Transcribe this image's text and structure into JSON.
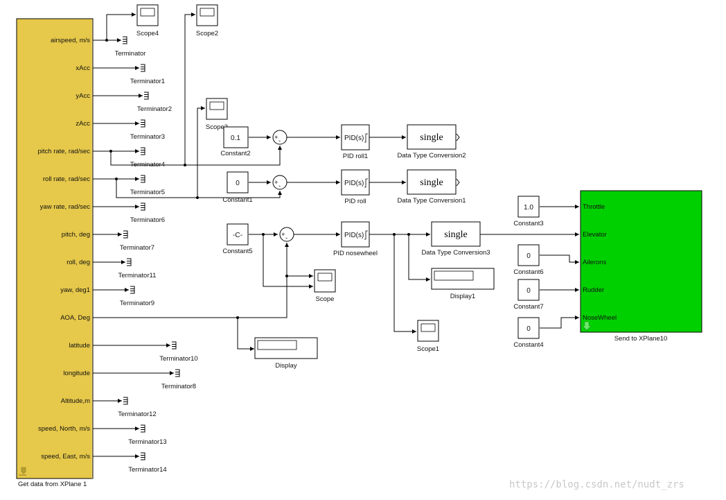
{
  "source_block": {
    "label": "Get data from XPlane 1",
    "ports": [
      "airspeed, m/s",
      "xAcc",
      "yAcc",
      "zAcc",
      "pitch rate, rad/sec",
      "roll rate, rad/sec",
      "yaw rate, rad/sec",
      "pitch, deg",
      "roll, deg",
      "yaw, deg1",
      "AOA, Deg",
      "latitude",
      "longitude",
      "Altitude,m",
      "speed, North, m/s",
      "speed, East, m/s"
    ]
  },
  "terminators": [
    "Terminator",
    "Terminator1",
    "Terminator2",
    "Terminator3",
    "Terminator4",
    "Terminator5",
    "Terminator6",
    "Terminator7",
    "Terminator11",
    "Terminator9",
    "Terminator10",
    "Terminator8",
    "Terminator12",
    "Terminator13",
    "Terminator14"
  ],
  "scopes": {
    "scope4": "Scope4",
    "scope2": "Scope2",
    "scope3": "Scope3",
    "scope": "Scope",
    "scope1": "Scope1"
  },
  "constants": {
    "c2": {
      "label": "Constant2",
      "value": "0.1"
    },
    "c1": {
      "label": "Constant1",
      "value": "0"
    },
    "c5": {
      "label": "Constant5",
      "value": "-C-"
    },
    "c3": {
      "label": "Constant3",
      "value": "1.0"
    },
    "c6": {
      "label": "Constant6",
      "value": "0"
    },
    "c7": {
      "label": "Constant7",
      "value": "0"
    },
    "c4": {
      "label": "Constant4",
      "value": "0"
    }
  },
  "sum_signs": {
    "plus": "+",
    "minus": "-"
  },
  "pids": {
    "text": "PID(s)",
    "roll1": "PID roll1",
    "roll": "PID roll",
    "nosewheel": "PID nosewheel"
  },
  "dtc": {
    "text": "single",
    "dtc2": "Data Type Conversion2",
    "dtc1": "Data Type Conversion1",
    "dtc3": "Data Type Conversion3"
  },
  "displays": {
    "display1": "Display1",
    "display": "Display"
  },
  "sink_block": {
    "label": "Send to XPlane10",
    "ports": [
      "Throttle",
      "Elevator",
      "Ailerons",
      "Rudder",
      "NoseWheel"
    ]
  },
  "watermark": "https://blog.csdn.net/nudt_zrs",
  "colors": {
    "source_fill": "#e6c84a",
    "sink_fill": "#00d000",
    "line": "#000000"
  }
}
